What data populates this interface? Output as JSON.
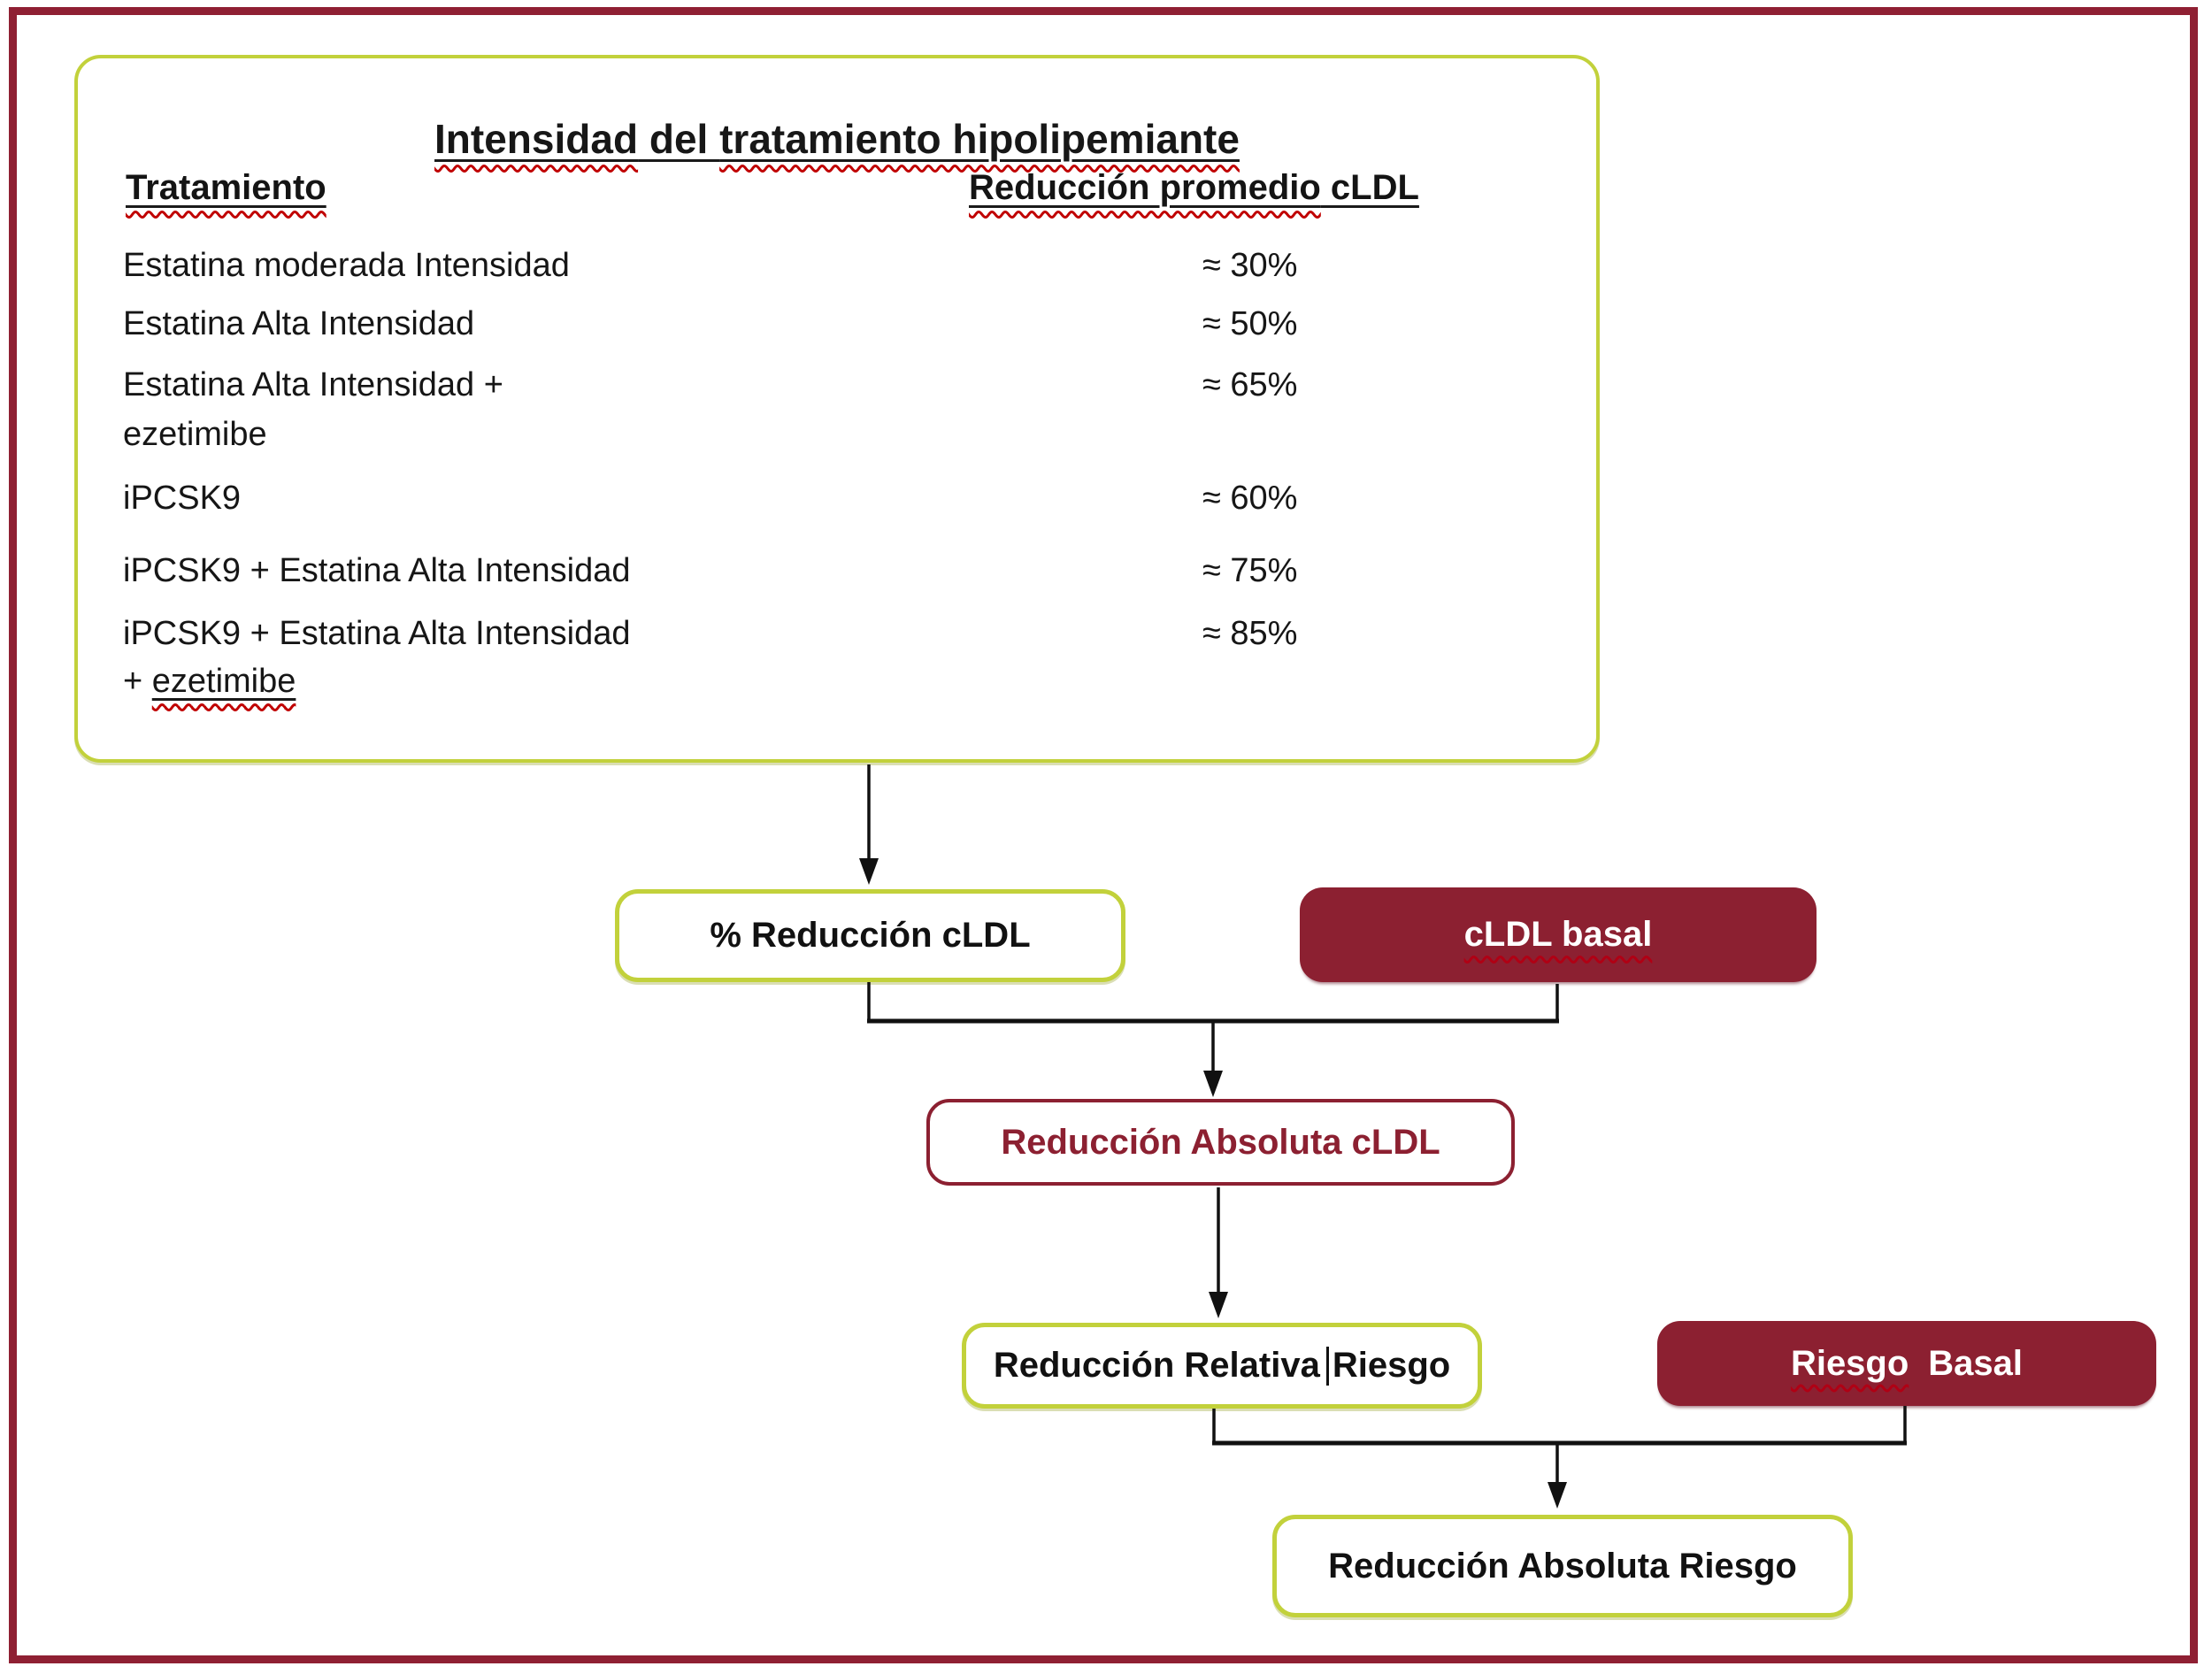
{
  "colors": {
    "accent_green": "#c2d13b",
    "dark_red": "#8c2031",
    "squiggle_red": "#c00000",
    "text_black": "#161616"
  },
  "panel": {
    "title_part1": "Intensidad",
    "title_part2": " del ",
    "title_part3": "tratamiento hipolipemiante",
    "col1_header": "Tratamiento",
    "col2_header_squiggled": "Reducción promedio",
    "col2_header_rest": " cLDL",
    "rows": [
      {
        "line1": "Estatina moderada Intensidad",
        "value": "≈ 30%"
      },
      {
        "line1": "Estatina Alta Intensidad",
        "value": "≈ 50%"
      },
      {
        "line1": "Estatina Alta Intensidad +",
        "line2": "ezetimibe",
        "value": "≈ 65%"
      },
      {
        "line1": "iPCSK9",
        "value": "≈ 60%"
      },
      {
        "line1": "iPCSK9 + Estatina Alta Intensidad",
        "value": "≈ 75%"
      },
      {
        "line1": "iPCSK9 + Estatina Alta Intensidad",
        "line2_prefix": "+ ",
        "line2_word": "ezetimibe",
        "value": "≈ 85%"
      }
    ]
  },
  "flow": {
    "pct_reduction": "% Reducción cLDL",
    "cldl_basal": "cLDL basal",
    "abs_cldl": "Reducción Absoluta cLDL",
    "rel_riesgo_before": "Reducción Relativa",
    "rel_riesgo_after": "Riesgo",
    "riesgo_basal_word1": "Riesgo",
    "riesgo_basal_word2": "Basal",
    "abs_riesgo": "Reducción Absoluta Riesgo"
  }
}
